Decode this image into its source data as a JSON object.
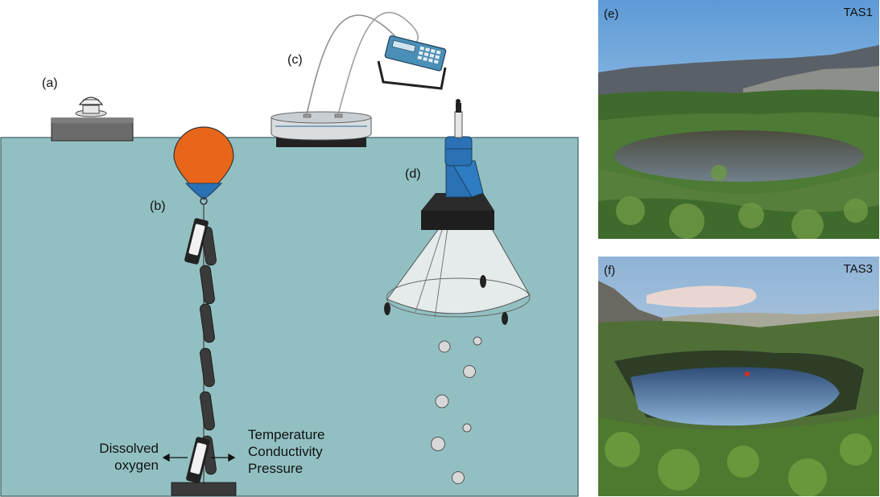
{
  "panels": {
    "a": "(a)",
    "b": "(b)",
    "c": "(c)",
    "d": "(d)",
    "e": "(e)",
    "f": "(f)"
  },
  "sensor_labels": {
    "left": [
      "Dissolved",
      "oxygen"
    ],
    "right": [
      "Temperature",
      "Conductivity",
      "Pressure"
    ]
  },
  "photos": {
    "top_site": "TAS1",
    "bottom_site": "TAS3"
  },
  "colors": {
    "water": "#92c0c2",
    "buoy_orange": "#e8661a",
    "buoy_blue": "#2a71b5",
    "sensor_dark": "#3a3a3a",
    "handheld_blue": "#4a8fb8"
  }
}
